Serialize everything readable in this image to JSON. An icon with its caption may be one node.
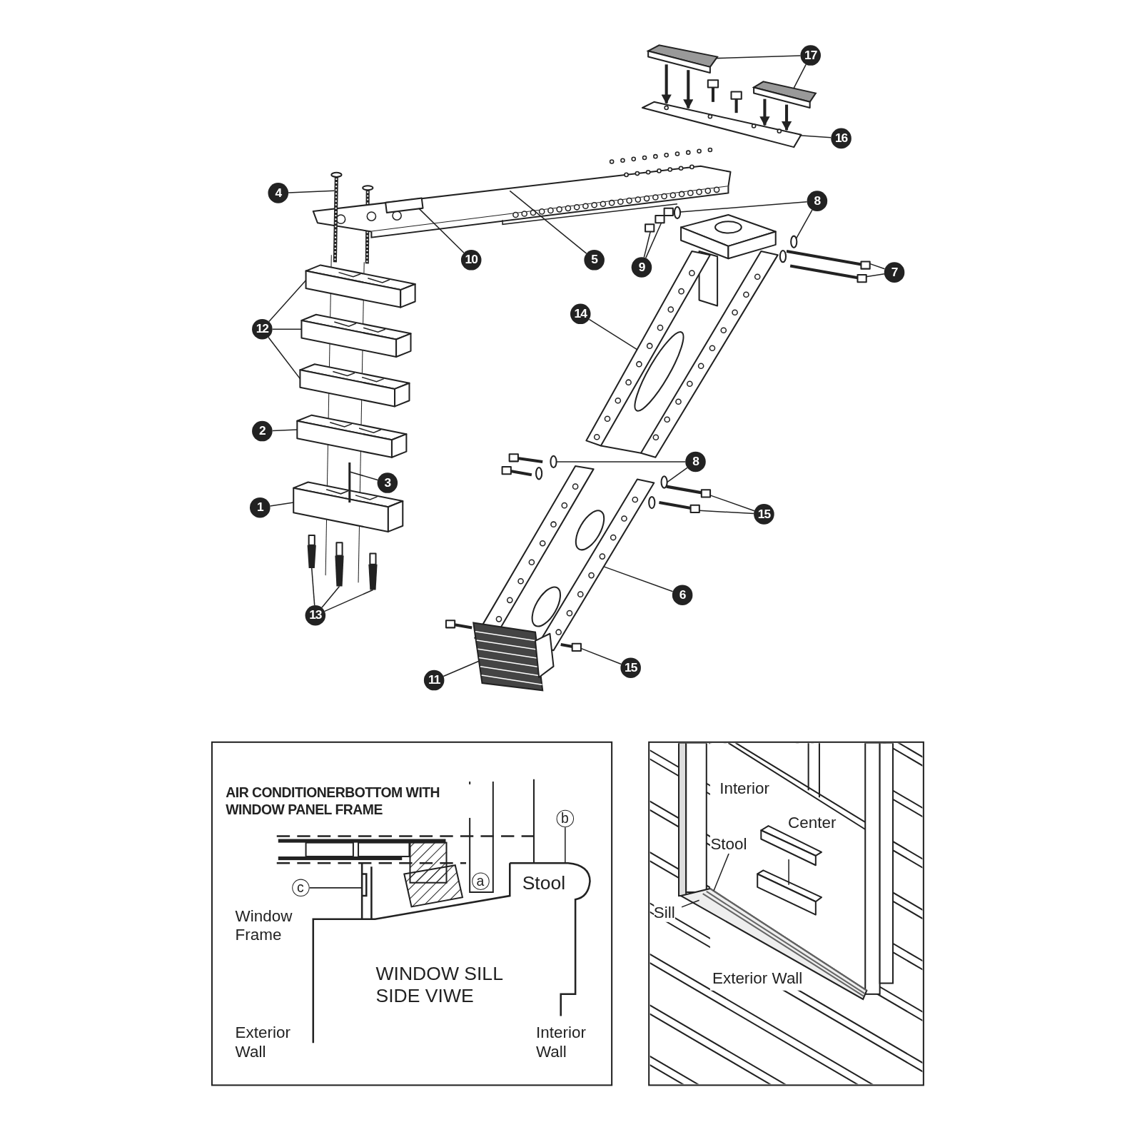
{
  "diagram": {
    "nodes": [
      {
        "text": [
          "17"
        ]
      },
      {
        "text": [
          "16"
        ]
      },
      {
        "text": [
          "4"
        ]
      },
      {
        "text": [
          "8"
        ]
      },
      {
        "text": [
          "10"
        ]
      },
      {
        "text": [
          "5"
        ]
      },
      {
        "text": [
          "9"
        ]
      },
      {
        "text": [
          "7"
        ]
      },
      {
        "text": [
          "14"
        ]
      },
      {
        "text": [
          "12"
        ]
      },
      {
        "text": [
          "2"
        ]
      },
      {
        "text": [
          "8"
        ]
      },
      {
        "text": [
          "3"
        ]
      },
      {
        "text": [
          "1"
        ]
      },
      {
        "text": [
          "15"
        ]
      },
      {
        "text": [
          "6"
        ]
      },
      {
        "text": [
          "13"
        ]
      },
      {
        "text": [
          "15"
        ]
      },
      {
        "text": [
          "11"
        ]
      },
      {
        "text": [],
        "shape": "box"
      },
      {
        "text": [
          "b"
        ],
        "in": 19
      },
      {
        "text": [
          "a"
        ],
        "in": 19
      },
      {
        "text": [
          "c"
        ],
        "in": 19
      },
      {
        "text": [],
        "shape": "box"
      },
      {
        "text": [
          "Stool"
        ],
        "in": 23
      },
      {
        "text": [
          "Sill"
        ],
        "in": 23
      },
      {
        "text": [],
        "shape": "picture"
      },
      {
        "text": [],
        "shape": "picture"
      },
      {
        "text": [],
        "shape": "picture"
      },
      {
        "text": [],
        "shape": "picture"
      },
      {
        "text": [],
        "shape": "circle"
      },
      {
        "text": [],
        "shape": "circle"
      },
      {
        "text": [],
        "shape": "box",
        "in": 33
      },
      {
        "text": [],
        "shape": "picture"
      },
      {
        "text": [],
        "shape": "box"
      },
      {
        "text": [],
        "shape": "box"
      },
      {
        "text": [],
        "shape": "picture"
      },
      {
        "text": [],
        "shape": "picture"
      },
      {
        "text": [],
        "shape": "picture"
      },
      {
        "text": [],
        "shape": "picture"
      },
      {
        "text": [],
        "shape": "picture"
      },
      {
        "text": [],
        "shape": "picture"
      },
      {
        "text": [],
        "shape": "picture"
      },
      {
        "text": [],
        "shape": "circle"
      },
      {
        "text": [],
        "shape": "circle"
      },
      {
        "text": [],
        "shape": "picture"
      },
      {
        "text": [],
        "shape": "picture"
      },
      {
        "text": [],
        "shape": "picture"
      },
      {
        "text": [],
        "shape": "picture"
      },
      {
        "text": [],
        "shape": "picture"
      },
      {
        "text": [],
        "shape": "bar"
      },
      {
        "text": [],
        "shape": "bar"
      },
      {
        "text": [],
        "shape": "bar"
      },
      {
        "text": [],
        "shape": "picture"
      },
      {
        "text": [],
        "shape": "picture"
      },
      {
        "text": [],
        "shape": "picture",
        "in": 19
      },
      {
        "text": [],
        "shape": "picture",
        "in": 19
      },
      {
        "text": [],
        "shape": "picture",
        "in": 23
      },
      {
        "text": [],
        "shape": "picture",
        "in": 23
      }
    ],
    "edges": [
      {
        "from": 0,
        "to": 26,
        "arrow": "none"
      },
      {
        "from": 0,
        "to": 27,
        "arrow": "none"
      },
      {
        "from": 1,
        "to": 28,
        "arrow": "none"
      },
      {
        "from": 2,
        "to": 29,
        "arrow": "none"
      },
      {
        "from": 3,
        "to": 30,
        "arrow": "none"
      },
      {
        "from": 3,
        "to": 31,
        "arrow": "none"
      },
      {
        "from": 4,
        "to": 32,
        "arrow": "none"
      },
      {
        "from": 5,
        "to": 33,
        "arrow": "none"
      },
      {
        "from": 6,
        "to": 34,
        "arrow": "none"
      },
      {
        "from": 6,
        "to": 35,
        "arrow": "none"
      },
      {
        "from": 7,
        "to": 36,
        "arrow": "none"
      },
      {
        "from": 7,
        "to": 37,
        "arrow": "none"
      },
      {
        "from": 8,
        "to": 38,
        "arrow": "none"
      },
      {
        "from": 9,
        "to": 39,
        "arrow": "none"
      },
      {
        "from": 9,
        "to": 40,
        "arrow": "none"
      },
      {
        "from": 9,
        "to": 41,
        "arrow": "none"
      },
      {
        "from": 10,
        "to": 42,
        "arrow": "none"
      },
      {
        "from": 11,
        "to": 43,
        "arrow": "none"
      },
      {
        "from": 11,
        "to": 44,
        "arrow": "none"
      },
      {
        "from": 12,
        "to": 45,
        "arrow": "none"
      },
      {
        "from": 13,
        "to": 46,
        "arrow": "none"
      },
      {
        "from": 14,
        "to": 47,
        "arrow": "none"
      },
      {
        "from": 14,
        "to": 48,
        "arrow": "none"
      },
      {
        "from": 15,
        "to": 49,
        "arrow": "none"
      },
      {
        "from": 16,
        "to": 50,
        "arrow": "none"
      },
      {
        "from": 16,
        "to": 51,
        "arrow": "none"
      },
      {
        "from": 16,
        "to": 52,
        "arrow": "none"
      },
      {
        "from": 17,
        "to": 53,
        "arrow": "none"
      },
      {
        "from": 18,
        "to": 54,
        "arrow": "none"
      },
      {
        "from": 20,
        "to": 55,
        "arrow": "none"
      },
      {
        "from": 22,
        "to": 56,
        "arrow": "none"
      },
      {
        "from": 24,
        "to": 57,
        "arrow": "none"
      },
      {
        "from": 25,
        "to": 58,
        "arrow": "none"
      },
      {
        "from": 26,
        "to": 28,
        "arrow": "to",
        "style": "thick"
      },
      {
        "from": 26,
        "to": 28,
        "arrow": "to",
        "style": "thick"
      },
      {
        "from": 27,
        "to": 28,
        "arrow": "to",
        "style": "thick"
      },
      {
        "from": 27,
        "to": 28,
        "arrow": "to",
        "style": "thick"
      }
    ],
    "labels": [
      "AIR CONDITIONERBOTTOM WITH WINDOW PANEL FRAME",
      "Stool",
      "Window Frame",
      "WINDOW SILL SIDE VIWE",
      "Exterior Wall",
      "Interior Wall",
      "Interior",
      "Center",
      "Exterior Wall"
    ]
  }
}
